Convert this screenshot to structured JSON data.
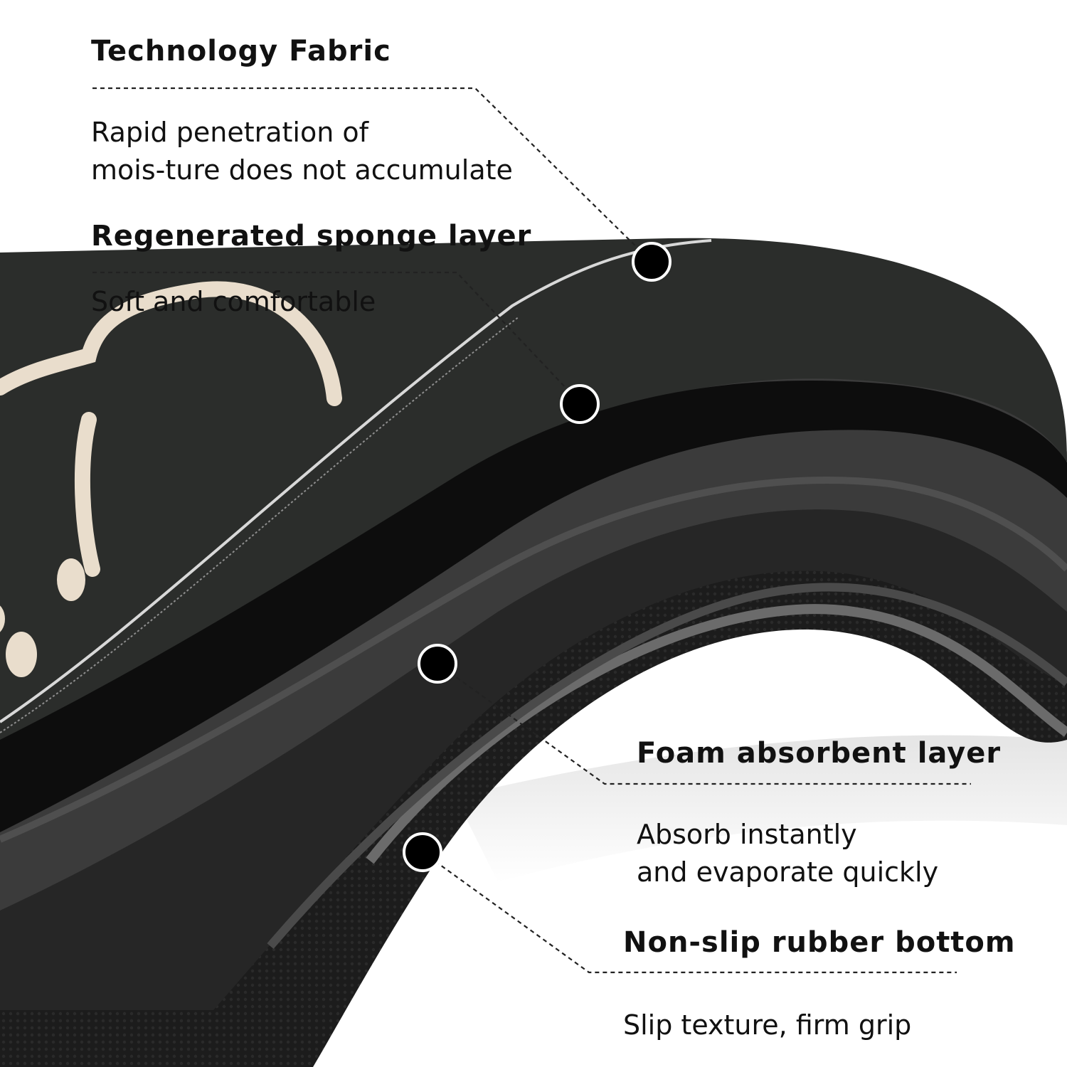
{
  "colors": {
    "mat_surface": "#2b2d2b",
    "mat_edge": "#0d0d0d",
    "sponge": "#3a3a3a",
    "foam": "#2a2a2a",
    "rubber": "#1c1c1c",
    "pattern": "#e9ddcc",
    "marker": "#000000"
  },
  "icons": {
    "marker": "filled-circle-with-white-ring",
    "leader": "dashed-line"
  },
  "callouts": [
    {
      "title": "Technology Fabric",
      "lines": [
        "Rapid penetration of",
        "mois-ture does not accumulate"
      ]
    },
    {
      "title": "Regenerated sponge layer",
      "lines": [
        "Soft and comfortable"
      ]
    },
    {
      "title": "Foam absorbent layer",
      "lines": [
        "Absorb instantly",
        "and evaporate quickly"
      ]
    },
    {
      "title": "Non-slip rubber bottom",
      "lines": [
        "Slip texture, firm grip"
      ]
    }
  ]
}
